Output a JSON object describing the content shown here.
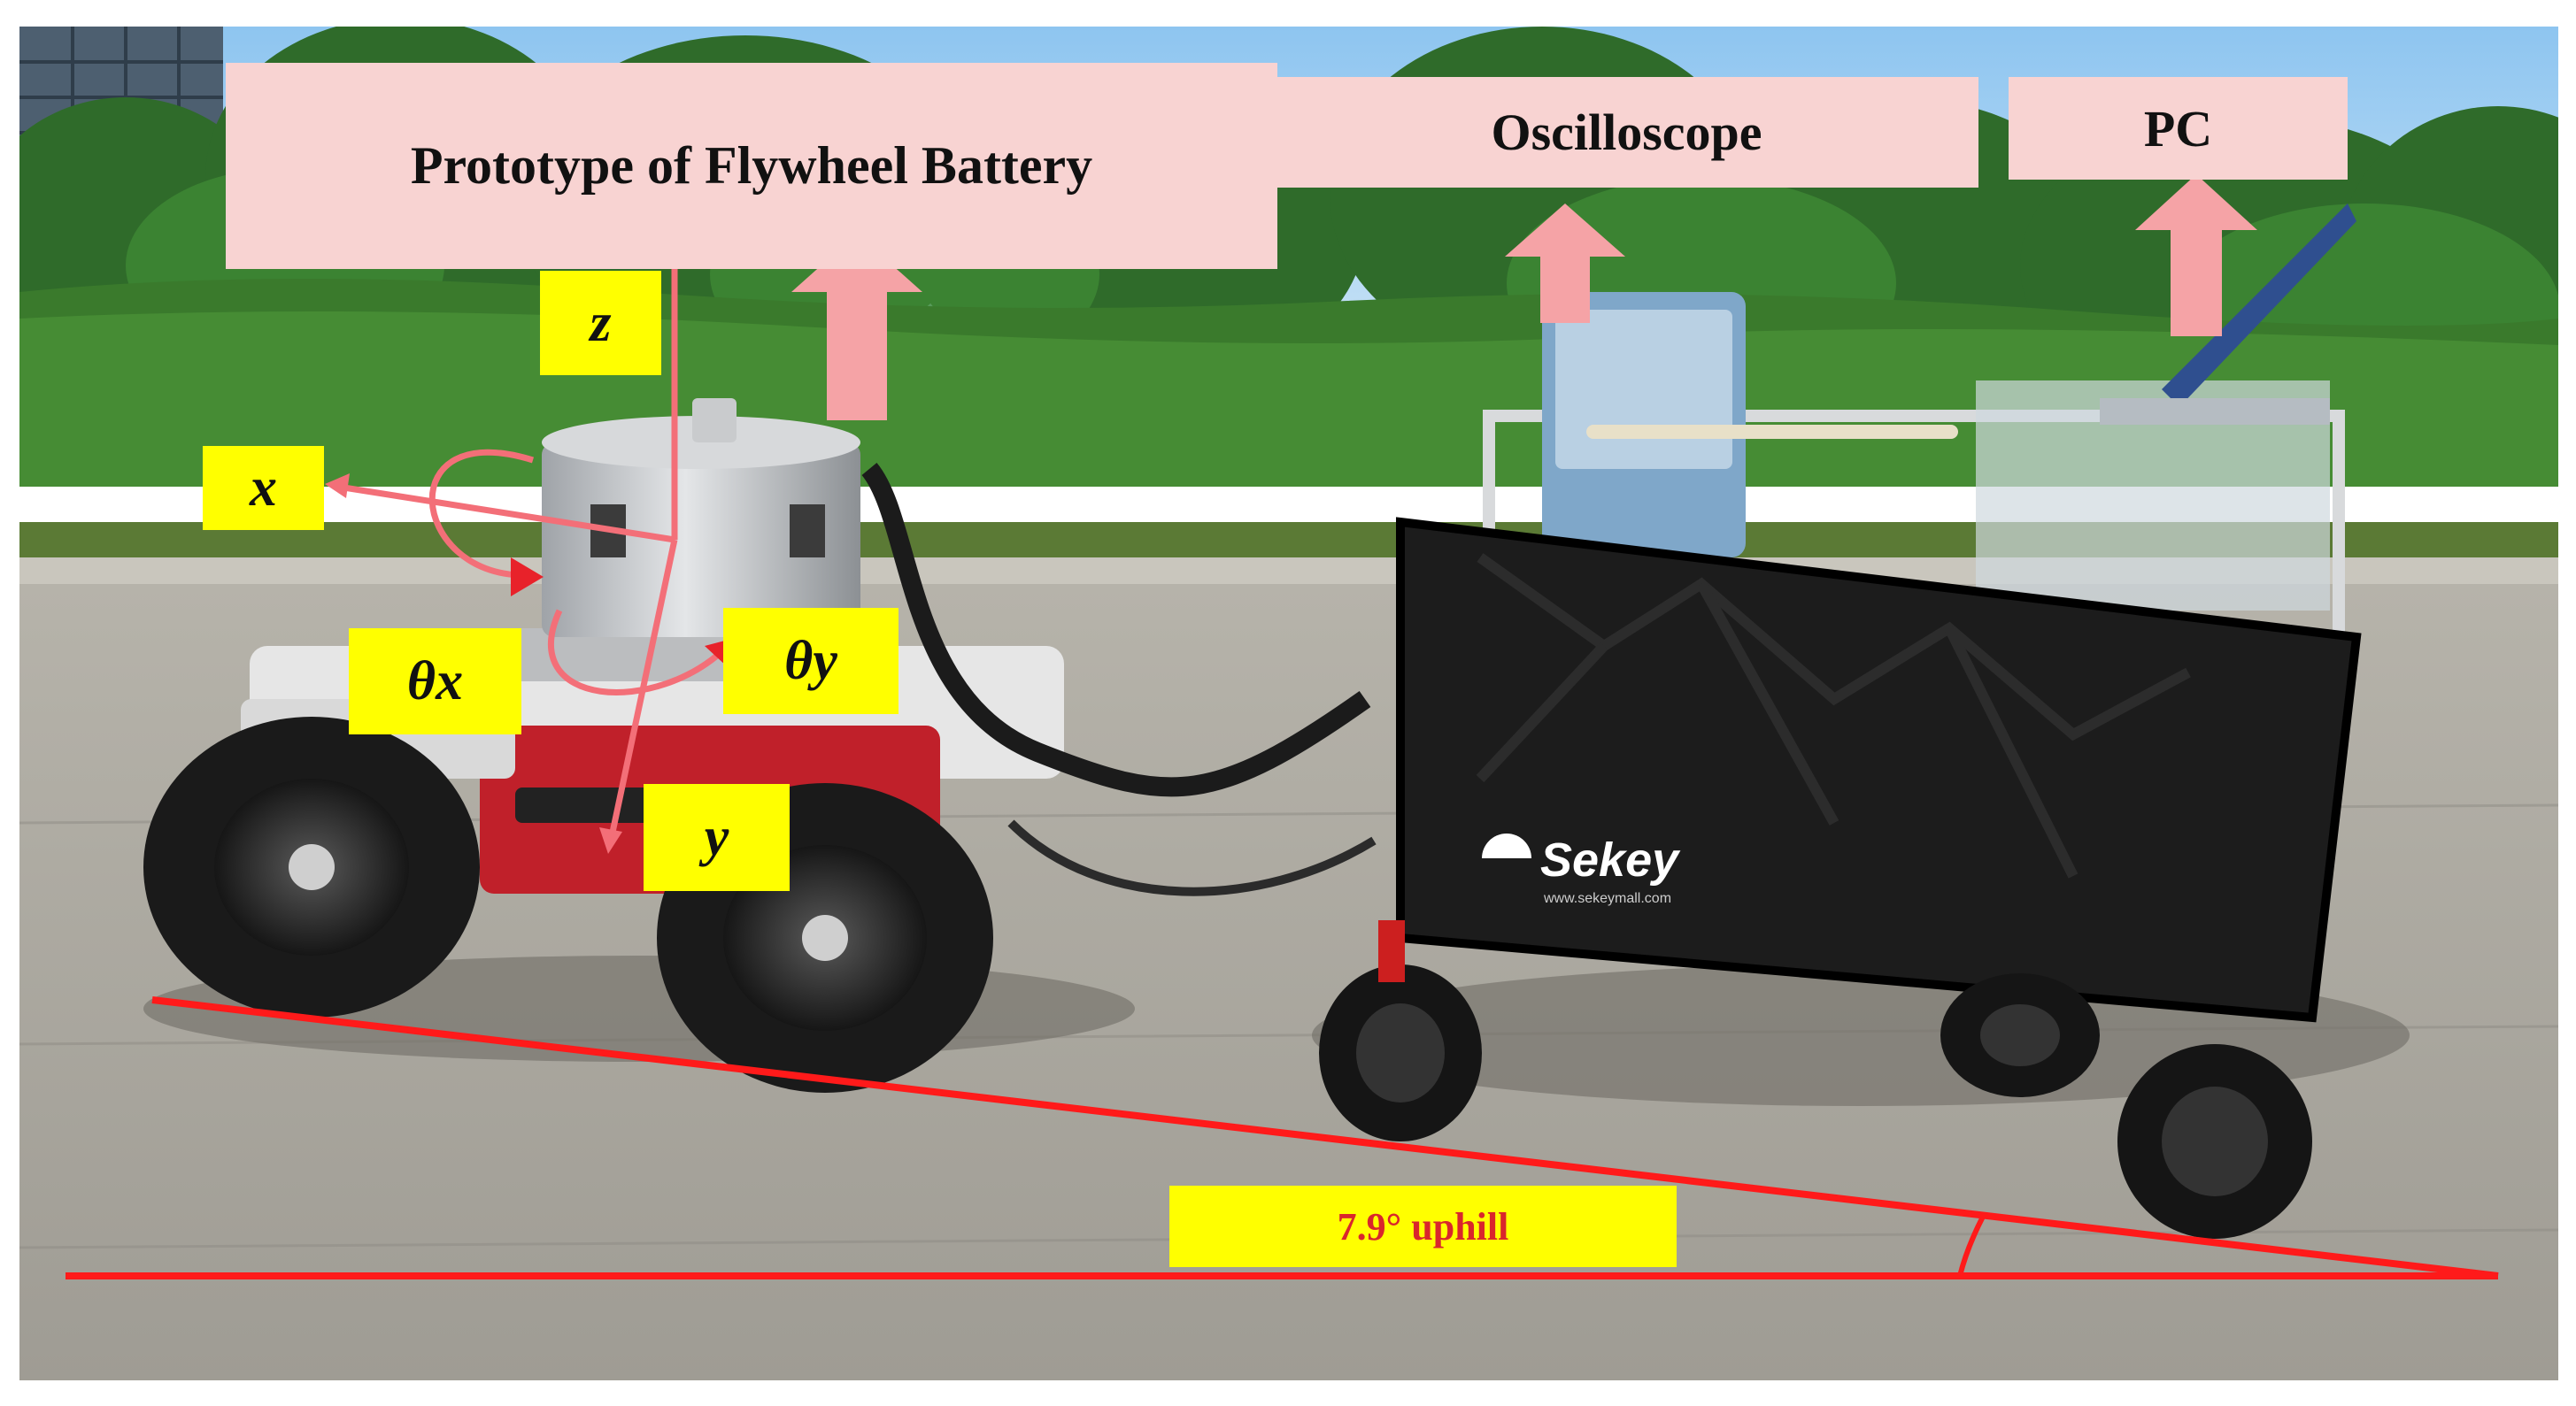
{
  "labels": {
    "prototype": "Prototype of Flywheel Battery",
    "oscilloscope": "Oscilloscope",
    "pc": "PC",
    "axis_z": "z",
    "axis_x": "x",
    "axis_y": "y",
    "theta_x": "θx",
    "theta_y": "θy",
    "slope": "7.9° uphill"
  },
  "brand": {
    "cart_logo": "Sekey",
    "cart_url": "www.sekeymall.com"
  },
  "colors": {
    "label_box": "#f8d3d2",
    "axis_box": "#ffff00",
    "arrow_pink": "#f5a3a6",
    "ground_line": "#ff1a1a",
    "slope_text": "#d9262c"
  }
}
